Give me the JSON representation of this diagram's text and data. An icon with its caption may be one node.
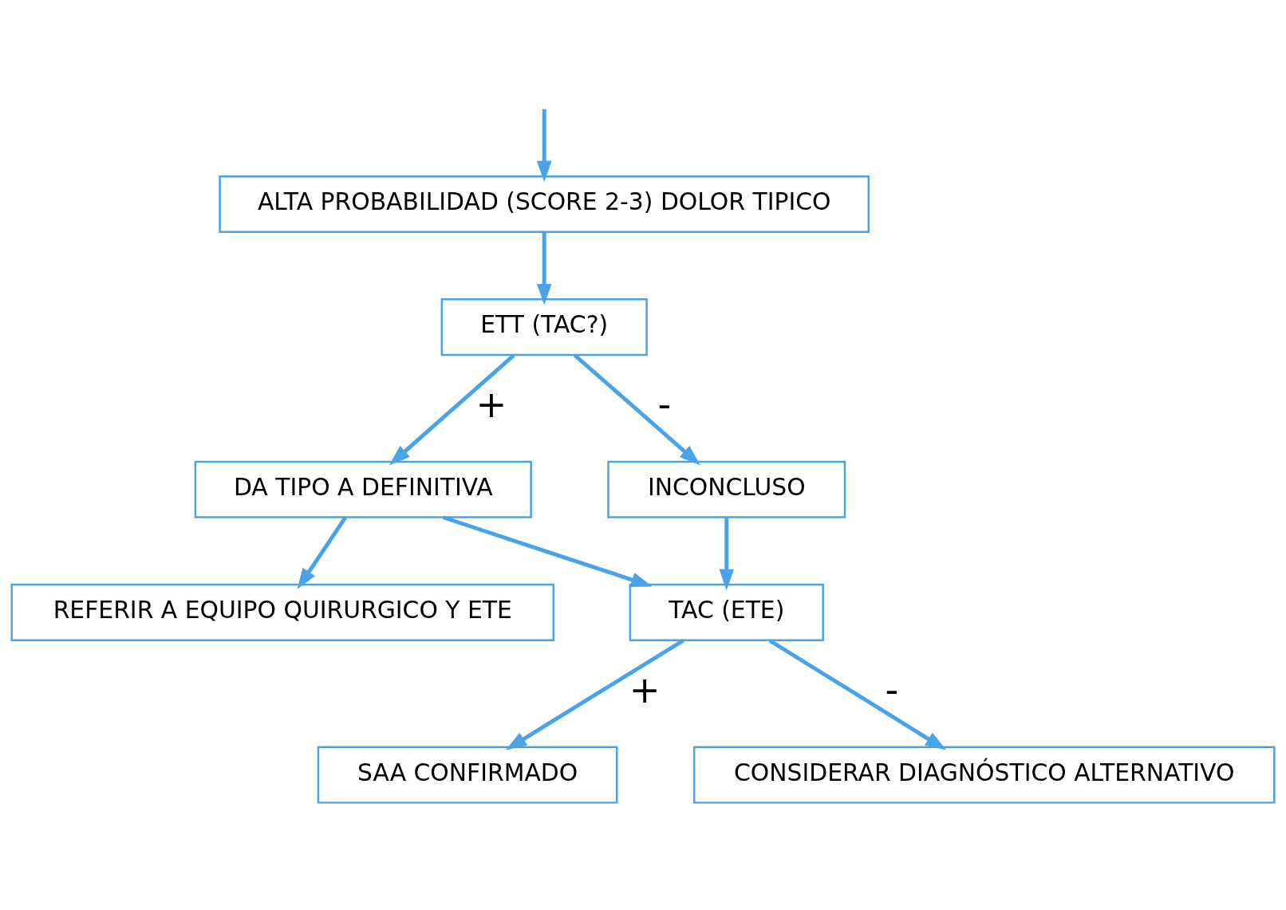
{
  "diagram": {
    "nodes": [
      {
        "text": [
          "ALTA PROBABILIDAD (SCORE 2-3) DOLOR TIPICO"
        ]
      },
      {
        "text": [
          "ETT (TAC?)"
        ]
      },
      {
        "text": [
          "DA TIPO A DEFINITIVA"
        ]
      },
      {
        "text": [
          "INCONCLUSO"
        ]
      },
      {
        "text": [
          "REFERIR A EQUIPO QUIRURGICO Y ETE"
        ]
      },
      {
        "text": [
          "TAC (ETE)"
        ]
      },
      {
        "text": [
          "SAA CONFIRMADO"
        ]
      },
      {
        "text": [
          "CONSIDERAR DIAGNÓSTICO ALTERNATIVO"
        ]
      }
    ],
    "edges": [
      {
        "from": null,
        "to": 0,
        "arrow": "to"
      },
      {
        "from": 0,
        "to": 1,
        "arrow": "to"
      },
      {
        "from": 1,
        "to": 2,
        "arrow": "to",
        "label": "+"
      },
      {
        "from": 1,
        "to": 3,
        "arrow": "to",
        "label": "-"
      },
      {
        "from": 2,
        "to": 4,
        "arrow": "to"
      },
      {
        "from": 2,
        "to": 5,
        "arrow": "to"
      },
      {
        "from": 3,
        "to": 5,
        "arrow": "to"
      },
      {
        "from": 5,
        "to": 6,
        "arrow": "to",
        "label": "+"
      },
      {
        "from": 5,
        "to": 7,
        "arrow": "to",
        "label": "-"
      }
    ]
  }
}
